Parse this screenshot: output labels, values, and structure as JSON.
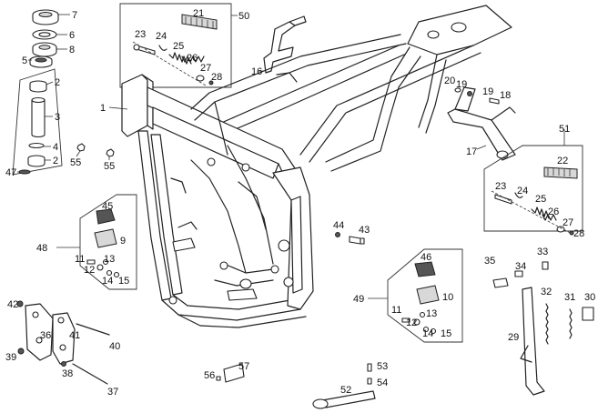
{
  "diagram": {
    "callouts": {
      "c1": "1",
      "c2a": "2",
      "c2b": "2",
      "c3": "3",
      "c4": "4",
      "c5": "5",
      "c6": "6",
      "c7": "7",
      "c8": "8",
      "c9": "9",
      "c10": "10",
      "c11a": "11",
      "c11b": "11",
      "c12a": "12",
      "c12b": "12",
      "c13a": "13",
      "c13b": "13",
      "c14a": "14",
      "c14b": "14",
      "c15a": "15",
      "c15b": "15",
      "c16": "16",
      "c17": "17",
      "c18": "18",
      "c19a": "19",
      "c19b": "19",
      "c20": "20",
      "c21": "21",
      "c22": "22",
      "c23a": "23",
      "c23b": "23",
      "c24a": "24",
      "c24b": "24",
      "c25a": "25",
      "c25b": "25",
      "c26a": "26",
      "c26b": "26",
      "c27a": "27",
      "c27b": "27",
      "c28a": "28",
      "c28b": "28",
      "c29": "29",
      "c30": "30",
      "c31": "31",
      "c32": "32",
      "c33": "33",
      "c34": "34",
      "c35": "35",
      "c36": "36",
      "c37": "37",
      "c38": "38",
      "c39": "39",
      "c40": "40",
      "c41": "41",
      "c42": "42",
      "c43": "43",
      "c44": "44",
      "c45": "45",
      "c46": "46",
      "c47": "47",
      "c48": "48",
      "c49": "49",
      "c50": "50",
      "c51": "51",
      "c52": "52",
      "c53": "53",
      "c54": "54",
      "c55a": "55",
      "c55b": "55",
      "c56": "56",
      "c57": "57"
    }
  }
}
